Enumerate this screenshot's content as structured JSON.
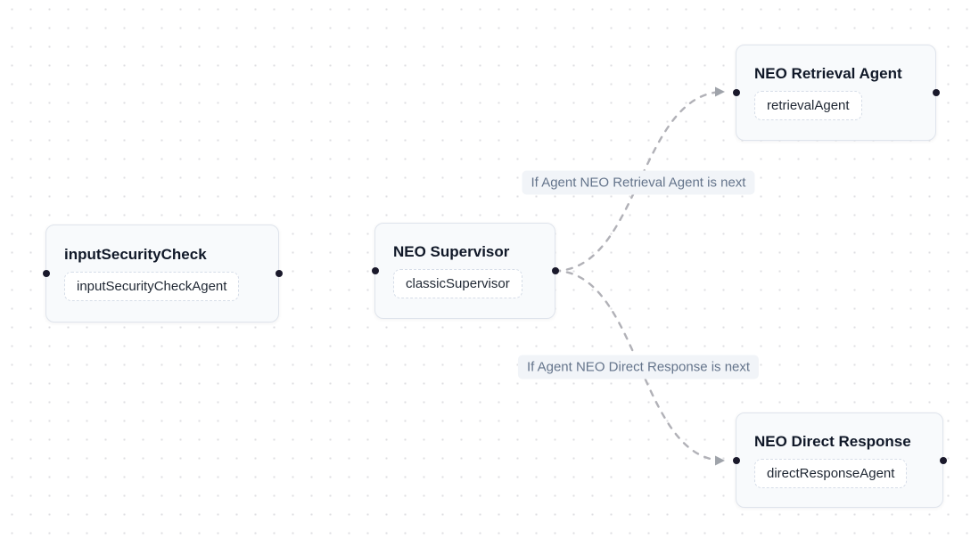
{
  "canvas": {
    "kind": "agent-flow-diagram",
    "colors": {
      "background": "#ffffff",
      "grid_dot": "#dedee2",
      "node_background": "#f8fafc",
      "node_border": "#dfe4ec",
      "node_title_text": "#101828",
      "agent_chip_text": "#1f2733",
      "handle": "#1a192b",
      "edge": "#b1b1b7",
      "arrowhead": "#9fa3aa",
      "edge_label_text": "#64748b",
      "edge_label_background": "#f1f4f8"
    }
  },
  "nodes": [
    {
      "title": "inputSecurityCheck",
      "agent_label": "inputSecurityCheckAgent"
    },
    {
      "title": "NEO Supervisor",
      "agent_label": "classicSupervisor"
    },
    {
      "title": "NEO Retrieval Agent",
      "agent_label": "retrievalAgent"
    },
    {
      "title": "NEO Direct Response",
      "agent_label": "directResponseAgent"
    }
  ],
  "edges": [
    {
      "source": "NEO Supervisor",
      "target": "NEO Retrieval Agent",
      "label": "If Agent NEO Retrieval Agent is next"
    },
    {
      "source": "NEO Supervisor",
      "target": "NEO Direct Response",
      "label": "If Agent NEO Direct Response is next"
    }
  ]
}
